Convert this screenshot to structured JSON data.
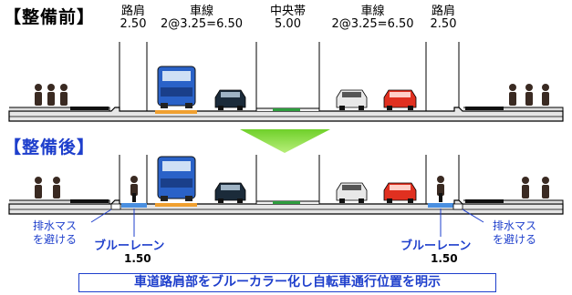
{
  "before": {
    "title": "【整備前】",
    "headers": [
      {
        "label": "路肩",
        "width": "2.50"
      },
      {
        "label": "車線",
        "width": "2@3.25=6.50"
      },
      {
        "label": "中央帯",
        "width": "5.00"
      },
      {
        "label": "車線",
        "width": "2@3.25=6.50"
      },
      {
        "label": "路肩",
        "width": "2.50"
      }
    ]
  },
  "after": {
    "title": "【整備後】",
    "left_note": [
      "排水マス",
      "を避ける"
    ],
    "right_note": [
      "排水マス",
      "を避ける"
    ],
    "left_lane": {
      "label": "ブルーレーン",
      "width": "1.50"
    },
    "right_lane": {
      "label": "ブルーレーン",
      "width": "1.50"
    }
  },
  "banner": "車道路肩部をブルーカラー化し自転車通行位置を明示",
  "colors": {
    "title_after": "#1e3fcc",
    "blue_lane": "#4a8fe0",
    "orange_lane": "#f0a030",
    "median_green": "#2e9e3e",
    "truck_blue": "#2a62c8",
    "car_red": "#e03020",
    "arrow_green": "#8fdc3c"
  }
}
